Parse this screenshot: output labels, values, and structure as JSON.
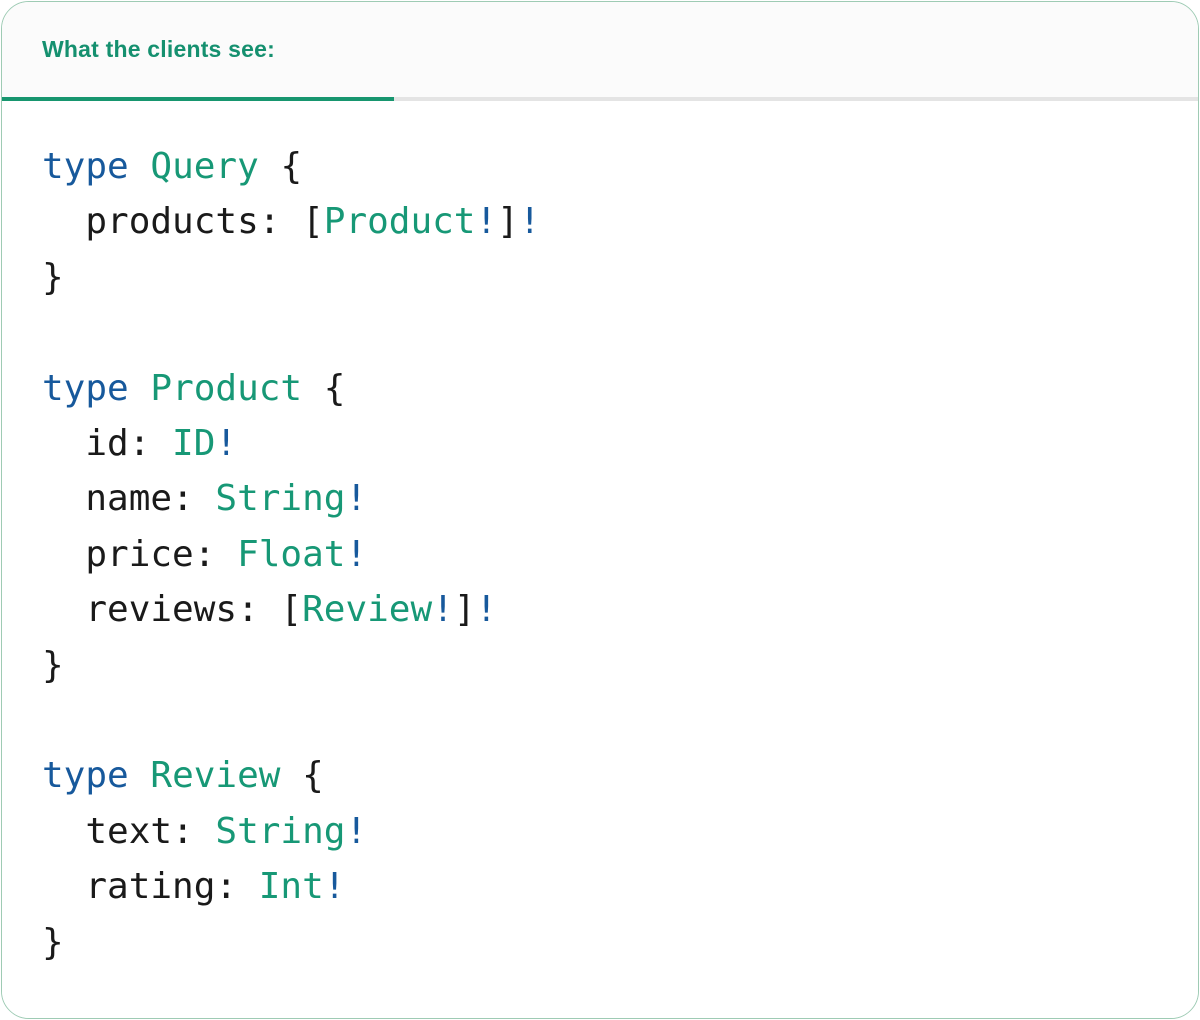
{
  "colors": {
    "accent_teal": "#17966F",
    "header_text_teal": "#15906F",
    "code_type_teal": "#179876",
    "code_keyword_blue": "#17599C",
    "code_text_dark": "#1A1A1A",
    "header_background": "#FBFBFB",
    "divider_gray": "#E4E4E4",
    "card_border_green": "#9ECBB4"
  },
  "header": {
    "tab_label": "What the clients see:"
  },
  "code": {
    "language": "graphql",
    "lines": [
      [
        [
          "kw",
          "type"
        ],
        [
          "plain",
          " "
        ],
        [
          "type",
          "Query"
        ],
        [
          "plain",
          " {"
        ]
      ],
      [
        [
          "plain",
          "  products: ["
        ],
        [
          "type",
          "Product"
        ],
        [
          "kw",
          "!"
        ],
        [
          "plain",
          "]"
        ],
        [
          "kw",
          "!"
        ]
      ],
      [
        [
          "plain",
          "}"
        ]
      ],
      [],
      [
        [
          "kw",
          "type"
        ],
        [
          "plain",
          " "
        ],
        [
          "type",
          "Product"
        ],
        [
          "plain",
          " {"
        ]
      ],
      [
        [
          "plain",
          "  id: "
        ],
        [
          "type",
          "ID"
        ],
        [
          "kw",
          "!"
        ]
      ],
      [
        [
          "plain",
          "  name: "
        ],
        [
          "type",
          "String"
        ],
        [
          "kw",
          "!"
        ]
      ],
      [
        [
          "plain",
          "  price: "
        ],
        [
          "type",
          "Float"
        ],
        [
          "kw",
          "!"
        ]
      ],
      [
        [
          "plain",
          "  reviews: ["
        ],
        [
          "type",
          "Review"
        ],
        [
          "kw",
          "!"
        ],
        [
          "plain",
          "]"
        ],
        [
          "kw",
          "!"
        ]
      ],
      [
        [
          "plain",
          "}"
        ]
      ],
      [],
      [
        [
          "kw",
          "type"
        ],
        [
          "plain",
          " "
        ],
        [
          "type",
          "Review"
        ],
        [
          "plain",
          " {"
        ]
      ],
      [
        [
          "plain",
          "  text: "
        ],
        [
          "type",
          "String"
        ],
        [
          "kw",
          "!"
        ]
      ],
      [
        [
          "plain",
          "  rating: "
        ],
        [
          "type",
          "Int"
        ],
        [
          "kw",
          "!"
        ]
      ],
      [
        [
          "plain",
          "}"
        ]
      ]
    ]
  }
}
